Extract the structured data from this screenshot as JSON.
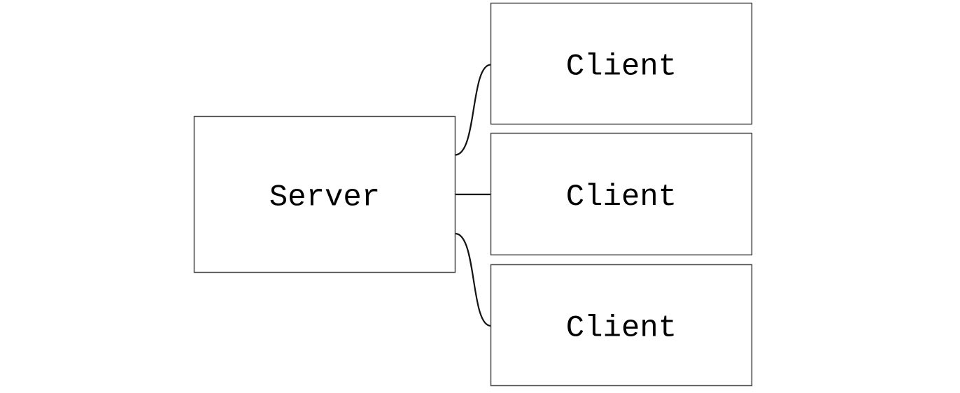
{
  "diagram": {
    "nodes": [
      {
        "id": "server",
        "label": "Server"
      },
      {
        "id": "client-1",
        "label": "Client"
      },
      {
        "id": "client-2",
        "label": "Client"
      },
      {
        "id": "client-3",
        "label": "Client"
      }
    ],
    "edges": [
      {
        "from": "server",
        "to": "client-1",
        "style": "curved"
      },
      {
        "from": "server",
        "to": "client-2",
        "style": "straight"
      },
      {
        "from": "server",
        "to": "client-3",
        "style": "curved"
      }
    ]
  },
  "colors": {
    "background": "#ffffff",
    "node_fill": "#ffffff",
    "node_border": "#4a4a4a",
    "edge": "#141414",
    "text": "#000000"
  }
}
